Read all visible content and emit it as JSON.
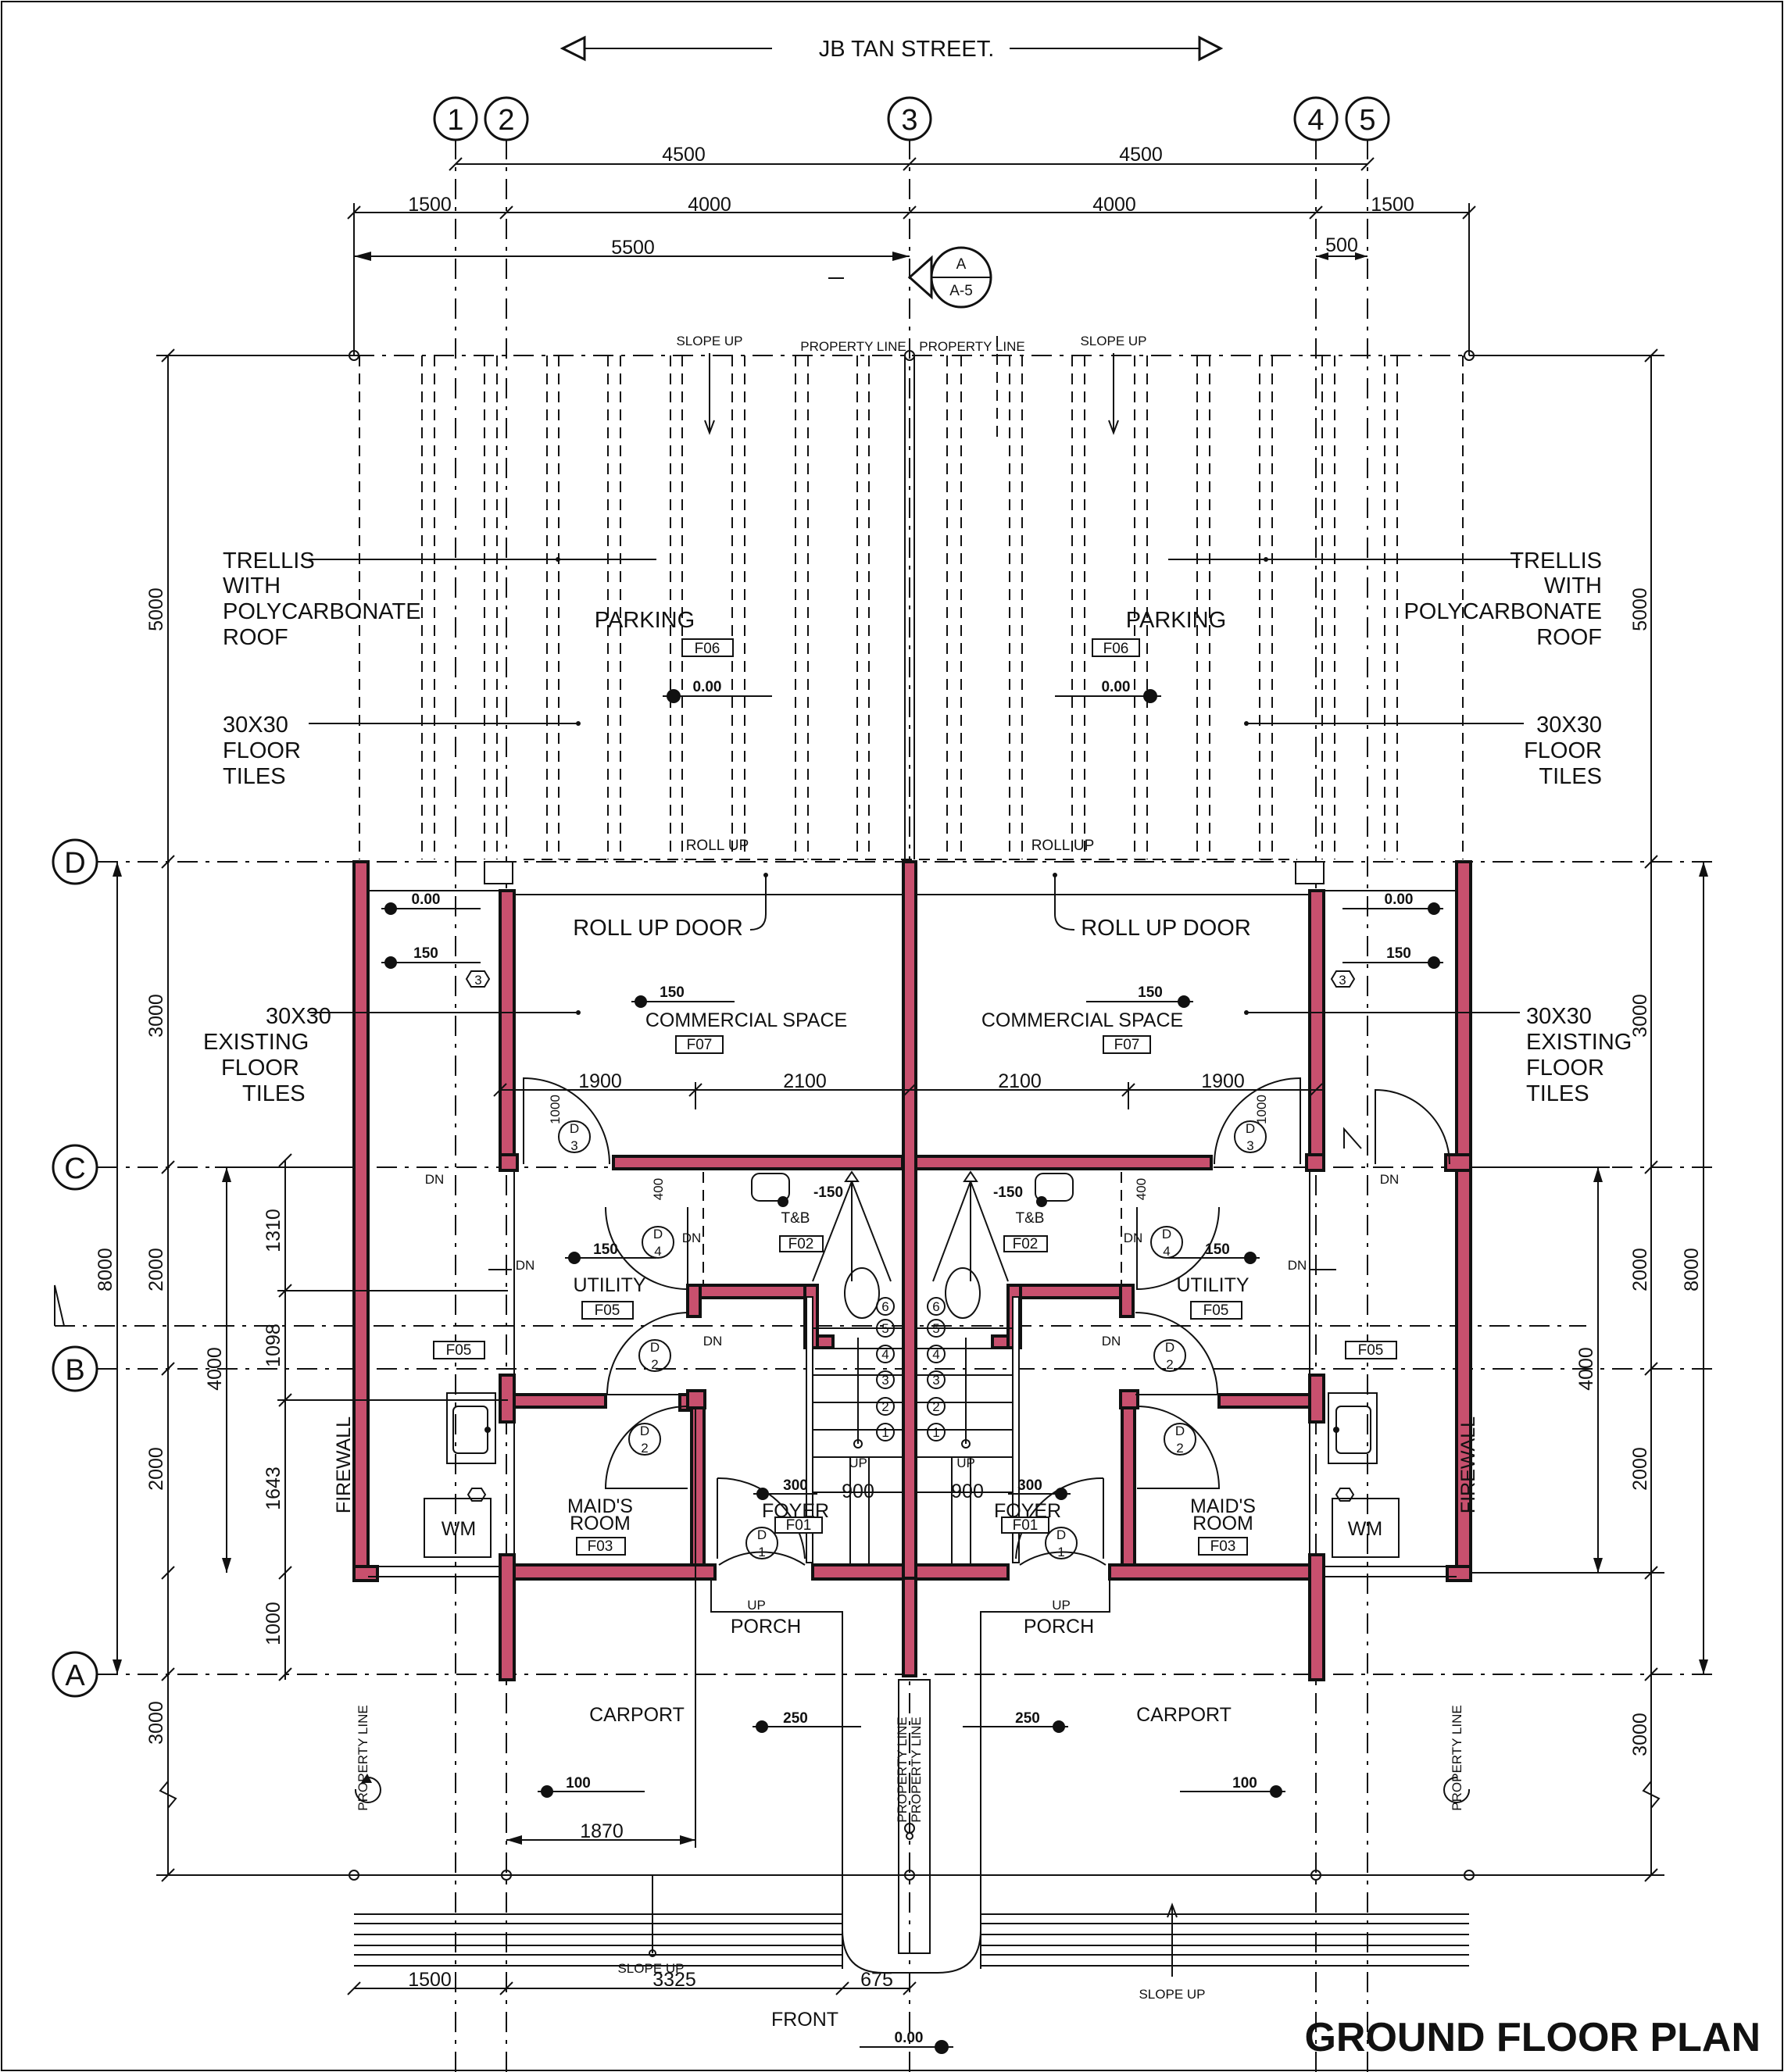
{
  "title": "GROUND FLOOR PLAN",
  "street": "JB TAN STREET.",
  "grid_cols": [
    "1",
    "2",
    "3",
    "4",
    "5"
  ],
  "grid_rows": [
    "D",
    "C",
    "B",
    "A"
  ],
  "dims_top": {
    "d4500a": "4500",
    "d4500b": "4500",
    "d1500a": "1500",
    "d4000a": "4000",
    "d4000b": "4000",
    "d1500b": "1500",
    "d5500": "5500",
    "d500": "500"
  },
  "dims_left": {
    "d5000": "5000",
    "d3000a": "3000",
    "d8000": "8000",
    "d2000a": "2000",
    "d4000": "4000",
    "d2000b": "2000",
    "d3000b": "3000"
  },
  "dims_left_inner": {
    "d1310": "1310",
    "d1098": "1098",
    "d1643": "1643",
    "d1000": "1000"
  },
  "dims_right": {
    "d5000": "5000",
    "d3000a": "3000",
    "d8000": "8000",
    "d2000a": "2000",
    "d4000": "4000",
    "d2000b": "2000",
    "d3000b": "3000"
  },
  "dims_inner": {
    "d1900a": "1900",
    "d2100a": "2100",
    "d2100b": "2100",
    "d1900b": "1900",
    "d900a": "900",
    "d900b": "900",
    "d1000a": "1000",
    "d1000b": "1000",
    "d400a": "400",
    "d400b": "400",
    "d1870": "1870"
  },
  "dims_bottom": {
    "d1500": "1500",
    "d3325": "3325",
    "d675": "675"
  },
  "section_marker": {
    "top": "A",
    "bottom": "A-5"
  },
  "labels": {
    "slope_up": "SLOPE UP",
    "property_line": "PROPERTY LINE",
    "parking": "PARKING",
    "trellis": [
      "TRELLIS",
      "WITH",
      "POLYCARBONATE",
      "ROOF"
    ],
    "tiles": [
      "30X30",
      "FLOOR",
      "TILES"
    ],
    "existing_tiles": [
      "30X30",
      "EXISTING",
      "FLOOR",
      "TILES"
    ],
    "roll_up": "ROLL UP",
    "roll_up_door": "ROLL UP DOOR",
    "commercial_space": "COMMERCIAL SPACE",
    "tb": "T&B",
    "utility": "UTILITY",
    "maids_room": [
      "MAID'S",
      "ROOM"
    ],
    "foyer": "FOYER",
    "porch": "PORCH",
    "carport": "CARPORT",
    "firewall": "FIREWALL",
    "dn": "DN",
    "up": "UP",
    "wm": "WM",
    "front": "FRONT"
  },
  "levels": {
    "l000": "0.00",
    "l150": "150",
    "l_150": "-150",
    "l300": "300",
    "l250": "250",
    "l100": "100"
  },
  "finish_tags": {
    "f01": "F01",
    "f02": "F02",
    "f03": "F03",
    "f05": "F05",
    "f06": "F06",
    "f07": "F07"
  },
  "doors": {
    "d": "D",
    "n1": "1",
    "n2": "2",
    "n3": "3",
    "n4": "4"
  },
  "window_tag": "3",
  "stair_steps": [
    "1",
    "2",
    "3",
    "4",
    "5",
    "6"
  ]
}
